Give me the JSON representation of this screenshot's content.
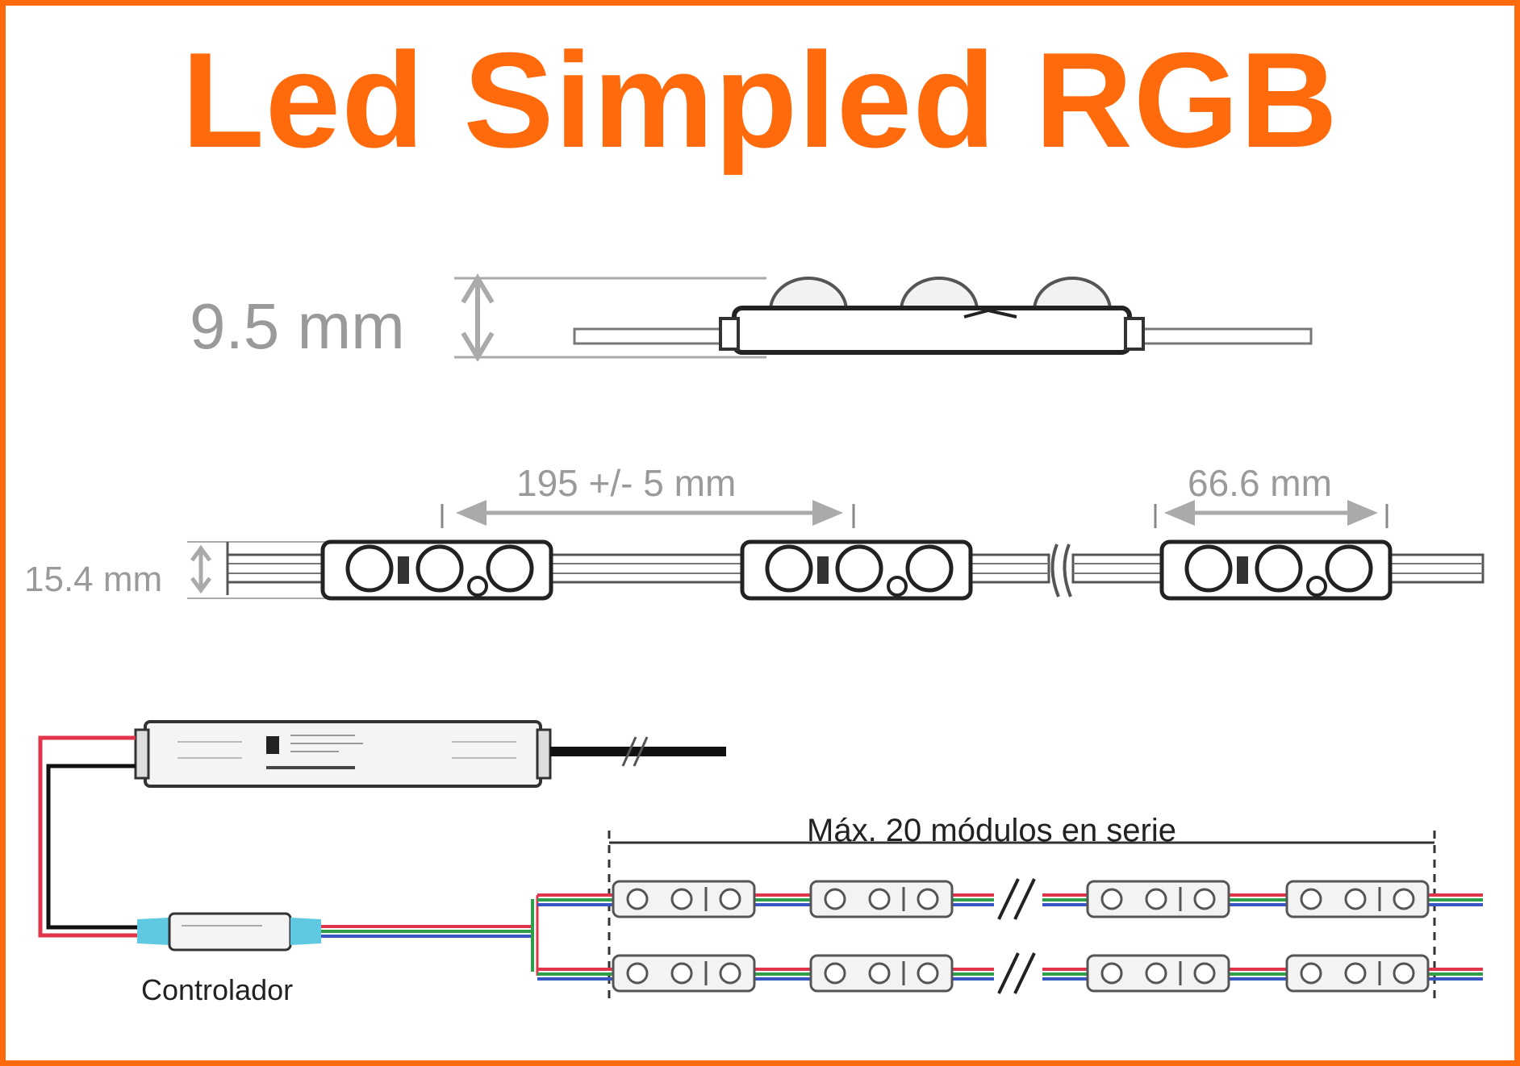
{
  "title": "Led Simpled RGB",
  "colors": {
    "accent": "#ff6a0d",
    "dimension_gray": "#9a9a9a",
    "wire_red": "#e0344a",
    "wire_green": "#2f9e4a",
    "wire_blue": "#3a55c4",
    "connector_cyan": "#5ec9e0"
  },
  "dimensions": {
    "height": "9.5 mm",
    "width": "15.4 mm",
    "spacing": "195 +/- 5 mm",
    "module_length": "66.6 mm"
  },
  "wiring": {
    "series_label": "Máx. 20 módulos en serie",
    "controller_label": "Controlador"
  }
}
